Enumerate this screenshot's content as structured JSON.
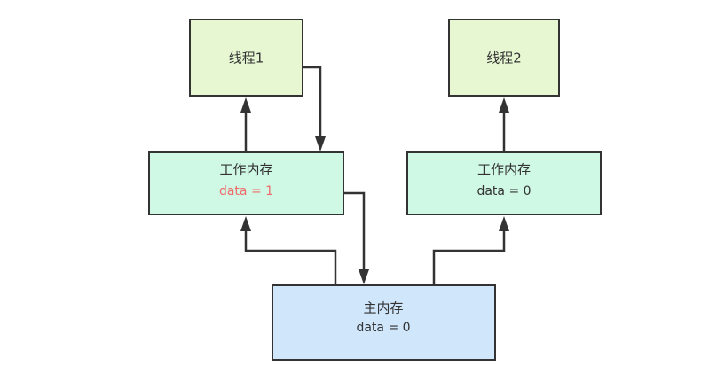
{
  "colors": {
    "thread_fill": "#e6f7d2",
    "work_fill": "#cff8e5",
    "main_fill": "#cfe6fb",
    "border": "#333333",
    "text": "#333333",
    "highlight_text": "#f06a6a"
  },
  "nodes": {
    "thread1": {
      "label": "线程1"
    },
    "thread2": {
      "label": "线程2"
    },
    "work1": {
      "label": "工作内存",
      "value": "data = 1"
    },
    "work2": {
      "label": "工作内存",
      "value": "data = 0"
    },
    "main": {
      "label": "主内存",
      "value": "data = 0"
    }
  }
}
